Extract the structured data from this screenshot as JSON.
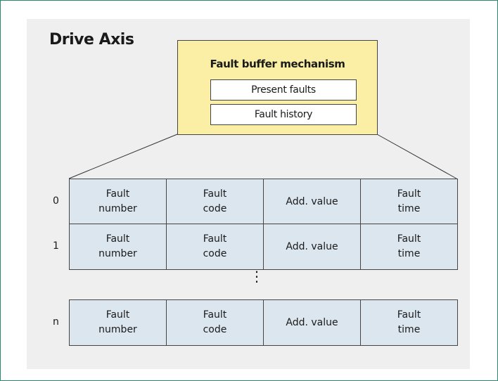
{
  "title": "Drive Axis",
  "fault_buffer": {
    "title": "Fault buffer mechanism",
    "present_label": "Present faults",
    "history_label": "Fault history"
  },
  "rows": [
    {
      "index": "0",
      "cells": [
        "Fault\nnumber",
        "Fault\ncode",
        "Add. value",
        "Fault\ntime"
      ]
    },
    {
      "index": "1",
      "cells": [
        "Fault\nnumber",
        "Fault\ncode",
        "Add. value",
        "Fault\ntime"
      ]
    },
    {
      "index": "n",
      "cells": [
        "Fault\nnumber",
        "Fault\ncode",
        "Add. value",
        "Fault\ntime"
      ]
    }
  ],
  "ellipsis": "⋮",
  "colors": {
    "panel_bg": "#efefef",
    "fault_buffer_bg": "#fbefa6",
    "cell_bg": "#dce6ee",
    "frame_border": "#2a8a6e"
  }
}
